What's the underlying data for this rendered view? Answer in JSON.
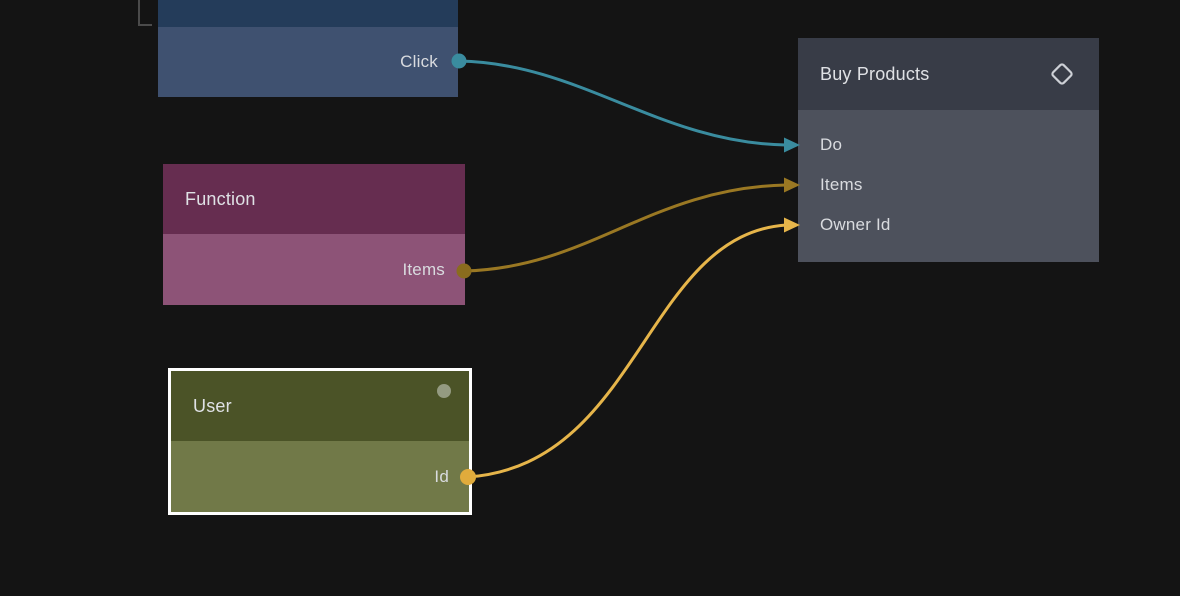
{
  "nodes": {
    "click": {
      "output_label": "Click"
    },
    "function": {
      "title": "Function",
      "output_label": "Items"
    },
    "user": {
      "title": "User",
      "output_label": "Id"
    },
    "buy_products": {
      "title": "Buy Products",
      "inputs": [
        "Do",
        "Items",
        "Owner Id"
      ]
    }
  },
  "connections": [
    {
      "from": "Click",
      "to": "Do",
      "type": "signal"
    },
    {
      "from": "Items",
      "to": "Items",
      "type": "data"
    },
    {
      "from": "Id",
      "to": "Owner Id",
      "type": "data"
    }
  ],
  "colors": {
    "signal_teal": "#3a8c9f",
    "data_gold_dark": "#9a7823",
    "data_gold_bright": "#e6b54a",
    "function_port_dot": "#8a6c1e",
    "user_port_dot": "#e0ab3c",
    "status_dot_gray": "#949a81"
  }
}
